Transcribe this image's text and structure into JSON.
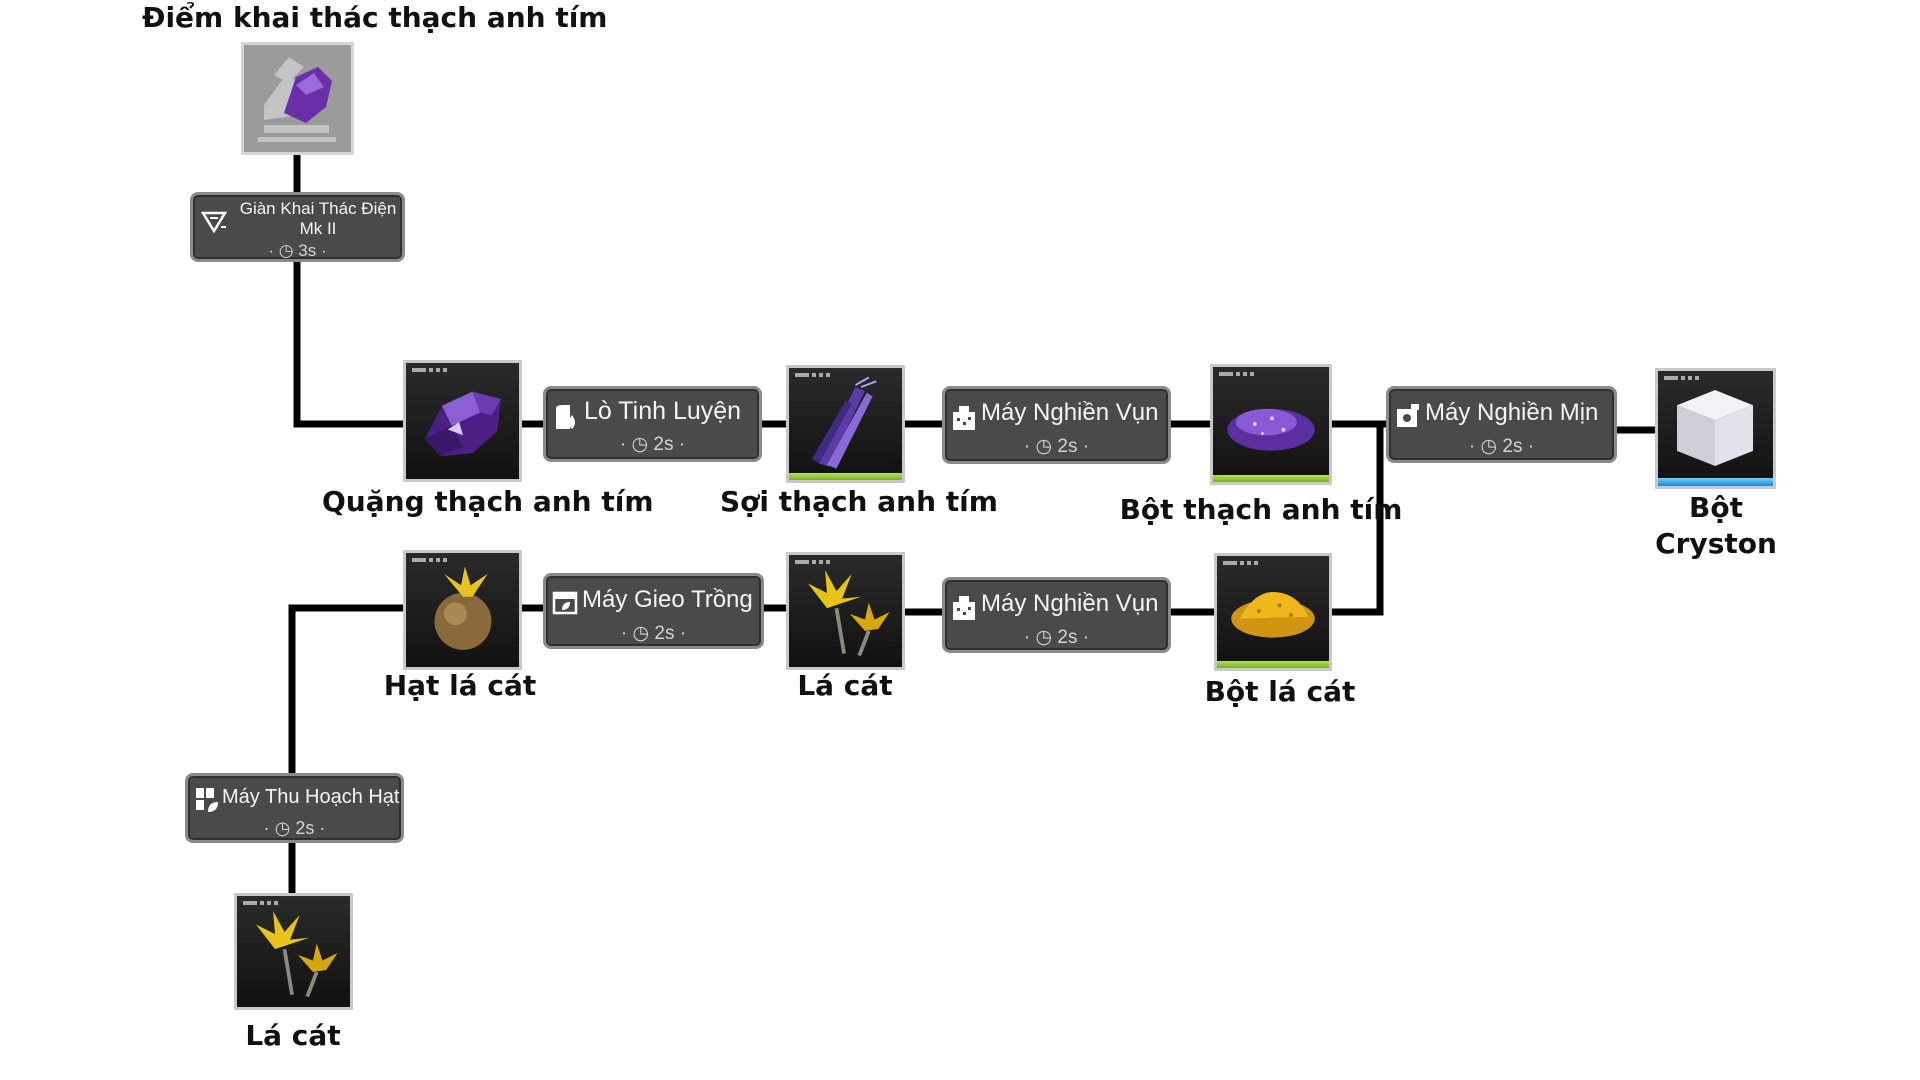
{
  "source": {
    "label": "Điểm khai thác thạch anh tím"
  },
  "items": {
    "amethyst_ore": "Quặng thạch anh tím",
    "amethyst_fiber": "Sợi thạch anh tím",
    "amethyst_powder": "Bột thạch anh tím",
    "cryston_powder": "Bột Cryston",
    "sandleaf_seed": "Hạt lá cát",
    "sandleaf_mid": "Lá cát",
    "sandleaf_powder": "Bột lá cát",
    "sandleaf_bottom": "Lá cát"
  },
  "machines": {
    "miner": {
      "name": "Giàn Khai Thác Điện Mk II",
      "time": "3s",
      "icon": "mining-rig-icon"
    },
    "refinery": {
      "name": "Lò Tinh Luyện",
      "time": "2s",
      "icon": "furnace-icon"
    },
    "shredder_top": {
      "name": "Máy Nghiền Vụn",
      "time": "2s",
      "icon": "shredder-icon"
    },
    "grinder": {
      "name": "Máy Nghiền Mịn",
      "time": "2s",
      "icon": "grinder-icon"
    },
    "planter": {
      "name": "Máy Gieo Trồng",
      "time": "2s",
      "icon": "planter-icon"
    },
    "shredder_bottom": {
      "name": "Máy Nghiền Vụn",
      "time": "2s",
      "icon": "shredder-icon"
    },
    "harvester": {
      "name": "Máy Thu Hoạch Hạt",
      "time": "2s",
      "icon": "seed-harvester-icon"
    }
  },
  "colors": {
    "line": "#000000",
    "rarity_green": "#8fc13a",
    "rarity_blue": "#2ea0e0"
  }
}
